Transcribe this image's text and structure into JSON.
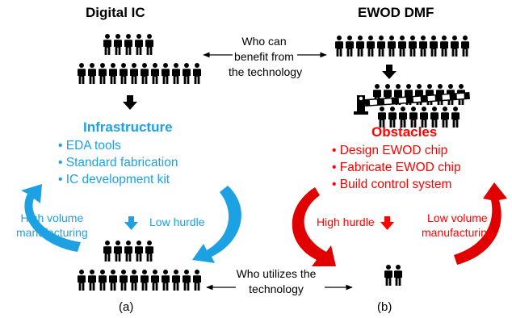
{
  "left": {
    "title": "Digital IC",
    "heading": "Infrastructure",
    "items": [
      "EDA tools",
      "Standard fabrication",
      "IC development kit"
    ],
    "cycle_left": "High volume\nmanufacturing",
    "cycle_right": "Low hurdle",
    "caption": "(a)"
  },
  "right": {
    "title": "EWOD DMF",
    "heading": "Obstacles",
    "items": [
      "Design EWOD chip",
      "Fabricate EWOD chip",
      "Build control system"
    ],
    "cycle_left": "High hurdle",
    "cycle_right": "Low volume\nmanufacturing",
    "caption": "(b)"
  },
  "center": {
    "top_label": "Who can\nbenefit from\nthe technology",
    "bottom_label": "Who utilizes the\ntechnology"
  },
  "colors": {
    "blue": "#1da1e2",
    "red": "#ff0000",
    "black": "#000000"
  },
  "icons": [
    "person-icon",
    "barrier-gate-icon",
    "down-arrow-icon",
    "cycle-arrow-icon"
  ]
}
